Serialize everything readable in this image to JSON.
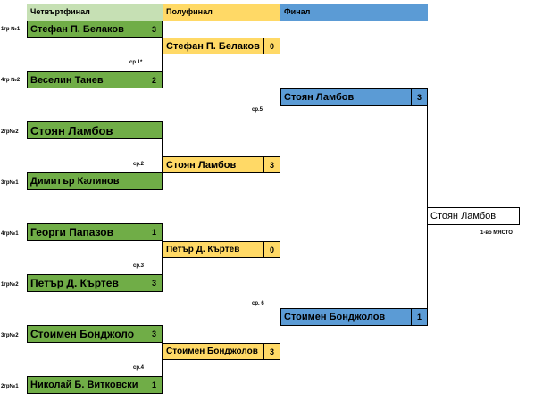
{
  "headers": {
    "qf": "Четвъртфинал",
    "sf": "Полуфинал",
    "final": "Финал"
  },
  "qf": [
    {
      "seed": "1гр №1",
      "name": "Стефан П. Белаков",
      "score": "3"
    },
    {
      "seed": "4гр №2",
      "name": "Веселин Танев",
      "score": "2"
    },
    {
      "seed": "2гр№2",
      "name": "Стоян Ламбов",
      "score": ""
    },
    {
      "seed": "3гр№1",
      "name": "Димитър Калинов",
      "score": ""
    },
    {
      "seed": "4гр№1",
      "name": "Георги Папазов",
      "score": "1"
    },
    {
      "seed": "1гр№2",
      "name": "Петър Д. Къртев",
      "score": "3"
    },
    {
      "seed": "3гр№2",
      "name": "Стоимен Бонджоло",
      "score": "3"
    },
    {
      "seed": "2гр№1",
      "name": "Николай Б. Витковски",
      "score": "1"
    }
  ],
  "qf_matches": [
    "ср.1*",
    "ср.2",
    "ср.3",
    "ср.4"
  ],
  "sf": [
    {
      "name": "Стефан П. Белаков",
      "score": "0"
    },
    {
      "name": "Стоян Ламбов",
      "score": "3"
    },
    {
      "name": "Петър Д. Къртев",
      "score": "0"
    },
    {
      "name": "Стоимен Бонджолов",
      "score": "3"
    }
  ],
  "sf_matches": [
    "ср.5",
    "ср. 6"
  ],
  "final": [
    {
      "name": "Стоян Ламбов",
      "score": "3"
    },
    {
      "name": "Стоимен Бонджолов",
      "score": "1"
    }
  ],
  "winner": {
    "name": "Стоян Ламбов",
    "place": "1-во МЯСТО"
  },
  "colors": {
    "qf": "#70ad47",
    "sf": "#ffd966",
    "final": "#5b9bd5",
    "qf_header": "#c6e0b4",
    "sf_header": "#ffd966",
    "final_header": "#5b9bd5"
  }
}
